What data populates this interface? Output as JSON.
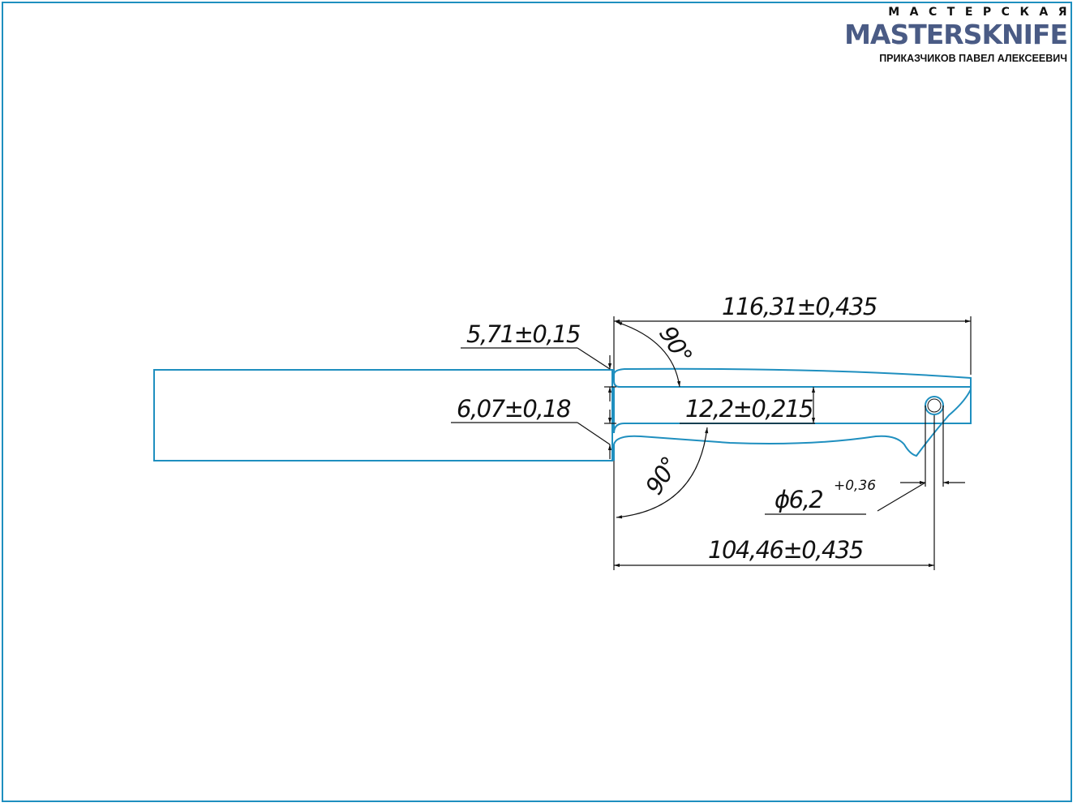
{
  "logo": {
    "top_line": "МАСТЕРСКАЯ",
    "brand": "MASTERSKNIFE",
    "owner": "ПРИКАЗЧИКОВ ПАВЕЛ АЛЕКСЕЕВИЧ"
  },
  "dimensions": {
    "overall_length": "116,31±0,435",
    "spine_thickness": "5,71±0,15",
    "gap_thickness": "6,07±0,18",
    "liner_width": "12,2±0,215",
    "hole_diameter": "ϕ6,2",
    "hole_tolerance": "+0,36",
    "hole_position": "104,46±0,435",
    "angle_top": "90°",
    "angle_bottom": "90°"
  },
  "colors": {
    "outline": "#1f8fbf",
    "dimension_lines": "#111111",
    "brand": "#4a5b85"
  }
}
